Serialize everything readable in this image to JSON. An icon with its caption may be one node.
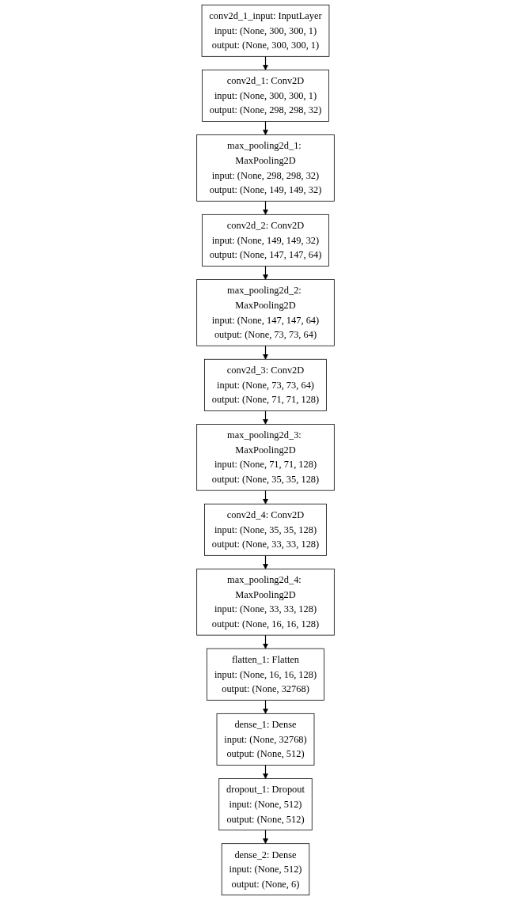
{
  "diagram": {
    "nodes": [
      {
        "text": [
          "conv2d_1_input: InputLayer",
          "input:",
          "(None, 300, 300, 1)",
          "output:",
          "(None, 300, 300, 1)"
        ]
      },
      {
        "text": [
          "conv2d_1: Conv2D",
          "input:",
          "(None, 300, 300, 1)",
          "output:",
          "(None, 298, 298, 32)"
        ]
      },
      {
        "text": [
          "max_pooling2d_1: MaxPooling2D",
          "input:",
          "(None, 298, 298, 32)",
          "output:",
          "(None, 149, 149, 32)"
        ]
      },
      {
        "text": [
          "conv2d_2: Conv2D",
          "input:",
          "(None, 149, 149, 32)",
          "output:",
          "(None, 147, 147, 64)"
        ]
      },
      {
        "text": [
          "max_pooling2d_2: MaxPooling2D",
          "input:",
          "(None, 147, 147, 64)",
          "output:",
          "(None, 73, 73, 64)"
        ]
      },
      {
        "text": [
          "conv2d_3: Conv2D",
          "input:",
          "(None, 73, 73, 64)",
          "output:",
          "(None, 71, 71, 128)"
        ]
      },
      {
        "text": [
          "max_pooling2d_3: MaxPooling2D",
          "input:",
          "(None, 71, 71, 128)",
          "output:",
          "(None, 35, 35, 128)"
        ]
      },
      {
        "text": [
          "conv2d_4: Conv2D",
          "input:",
          "(None, 35, 35, 128)",
          "output:",
          "(None, 33, 33, 128)"
        ]
      },
      {
        "text": [
          "max_pooling2d_4: MaxPooling2D",
          "input:",
          "(None, 33, 33, 128)",
          "output:",
          "(None, 16, 16, 128)"
        ]
      },
      {
        "text": [
          "flatten_1: Flatten",
          "input:",
          "(None, 16, 16, 128)",
          "output:",
          "(None, 32768)"
        ]
      },
      {
        "text": [
          "dense_1: Dense",
          "input:",
          "(None, 32768)",
          "output:",
          "(None, 512)"
        ]
      },
      {
        "text": [
          "dropout_1: Dropout",
          "input:",
          "(None, 512)",
          "output:",
          "(None, 512)"
        ]
      },
      {
        "text": [
          "dense_2: Dense",
          "input:",
          "(None, 512)",
          "output:",
          "(None, 6)"
        ]
      }
    ],
    "edges": [
      {
        "from": 0,
        "to": 1,
        "arrow": "to"
      },
      {
        "from": 1,
        "to": 2,
        "arrow": "to"
      },
      {
        "from": 2,
        "to": 3,
        "arrow": "to"
      },
      {
        "from": 3,
        "to": 4,
        "arrow": "to"
      },
      {
        "from": 4,
        "to": 5,
        "arrow": "to"
      },
      {
        "from": 5,
        "to": 6,
        "arrow": "to"
      },
      {
        "from": 6,
        "to": 7,
        "arrow": "to"
      },
      {
        "from": 7,
        "to": 8,
        "arrow": "to"
      },
      {
        "from": 8,
        "to": 9,
        "arrow": "to"
      },
      {
        "from": 9,
        "to": 10,
        "arrow": "to"
      },
      {
        "from": 10,
        "to": 11,
        "arrow": "to"
      },
      {
        "from": 11,
        "to": 12,
        "arrow": "to"
      }
    ]
  }
}
